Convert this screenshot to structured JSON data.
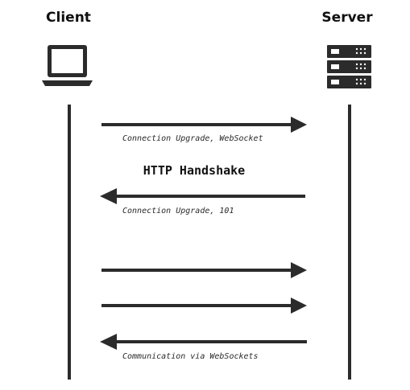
{
  "diagram": {
    "client_title": "Client",
    "server_title": "Server",
    "phase_label": "HTTP Handshake",
    "client_icon": "laptop-icon",
    "server_icon": "server-rack-icon",
    "messages": [
      {
        "direction": "client-to-server",
        "label": "Connection Upgrade, WebSocket"
      },
      {
        "direction": "server-to-client",
        "label": "Connection Upgrade, 101"
      },
      {
        "direction": "client-to-server",
        "label": ""
      },
      {
        "direction": "client-to-server",
        "label": ""
      },
      {
        "direction": "server-to-client",
        "label": "Communication via WebSockets"
      }
    ],
    "colors": {
      "ink": "#2b2b2b",
      "text": "#111111"
    }
  }
}
